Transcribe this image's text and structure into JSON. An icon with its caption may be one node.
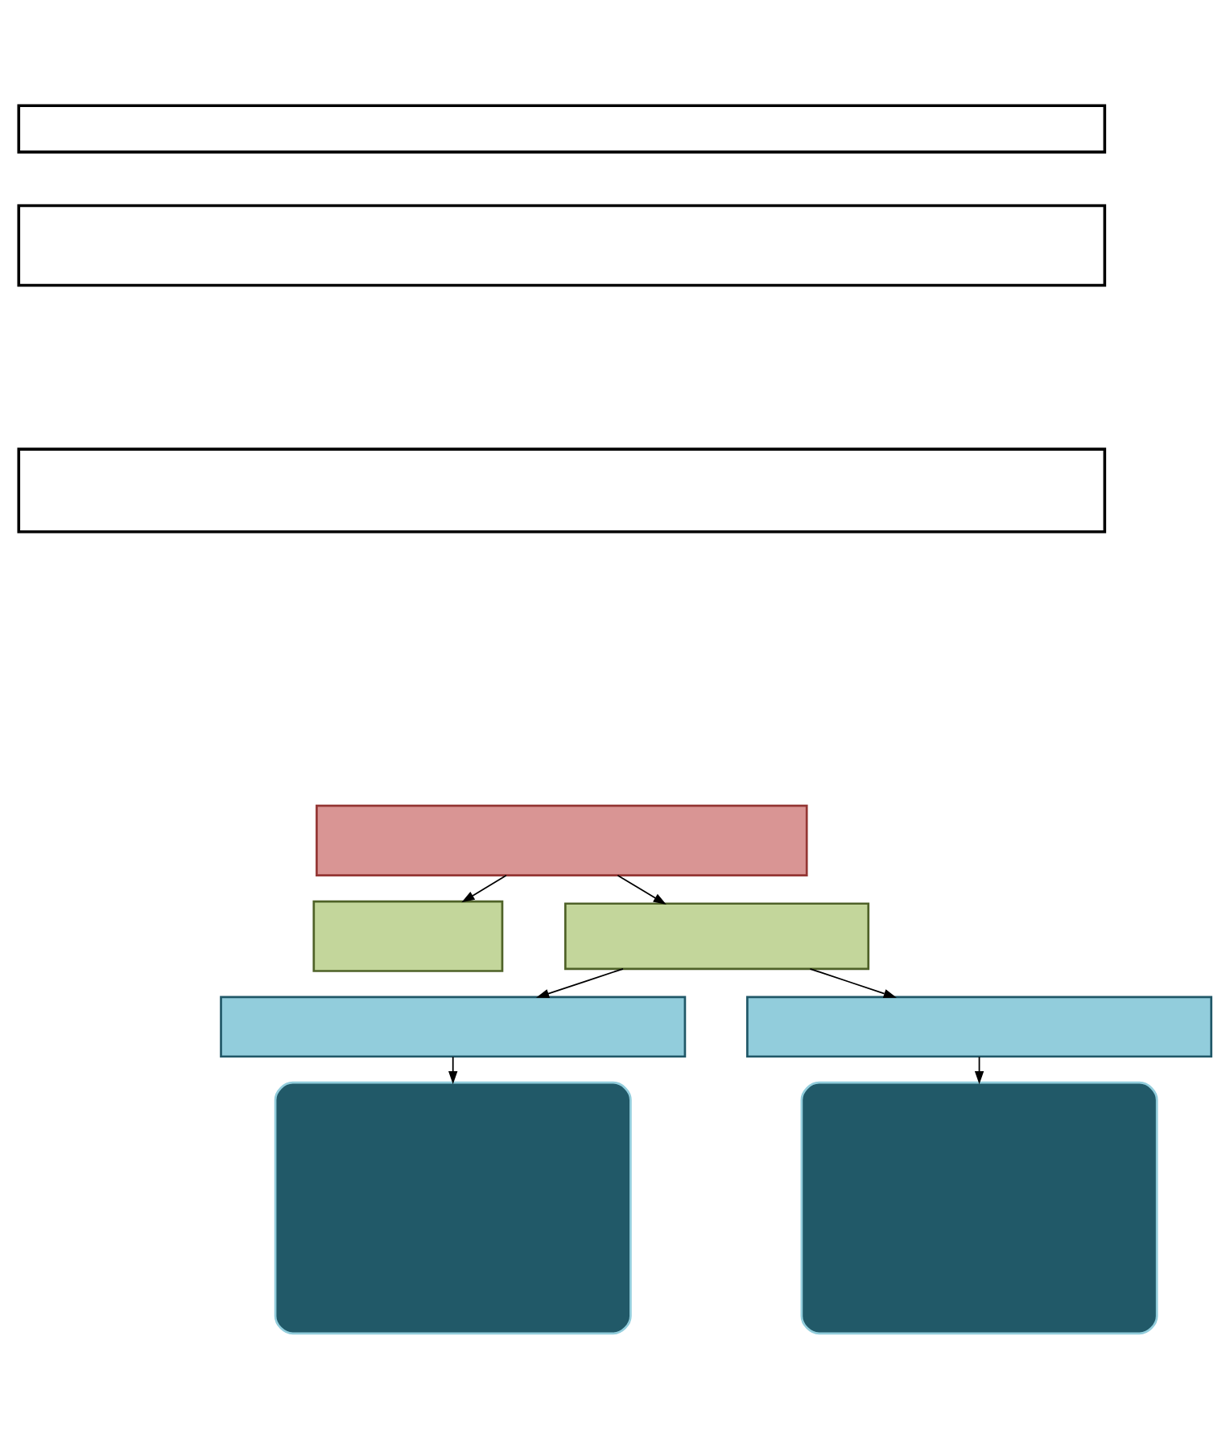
{
  "diagram": {
    "nodes": [
      {
        "text": [],
        "shape": "box"
      },
      {
        "text": [],
        "shape": "box"
      },
      {
        "text": [],
        "shape": "box"
      },
      {
        "text": [],
        "shape": "box"
      },
      {
        "text": [],
        "shape": "box"
      },
      {
        "text": [],
        "shape": "box"
      },
      {
        "text": [],
        "shape": "box"
      },
      {
        "text": [],
        "shape": "box"
      },
      {
        "text": [],
        "shape": "box"
      },
      {
        "text": [],
        "shape": "box"
      }
    ],
    "edges": [
      {
        "from": 3,
        "to": 4,
        "arrow": "to"
      },
      {
        "from": 3,
        "to": 5,
        "arrow": "to"
      },
      {
        "from": 5,
        "to": 6,
        "arrow": "to"
      },
      {
        "from": 5,
        "to": 7,
        "arrow": "to"
      },
      {
        "from": 6,
        "to": 8,
        "arrow": "to"
      },
      {
        "from": 7,
        "to": 9,
        "arrow": "to"
      }
    ]
  }
}
